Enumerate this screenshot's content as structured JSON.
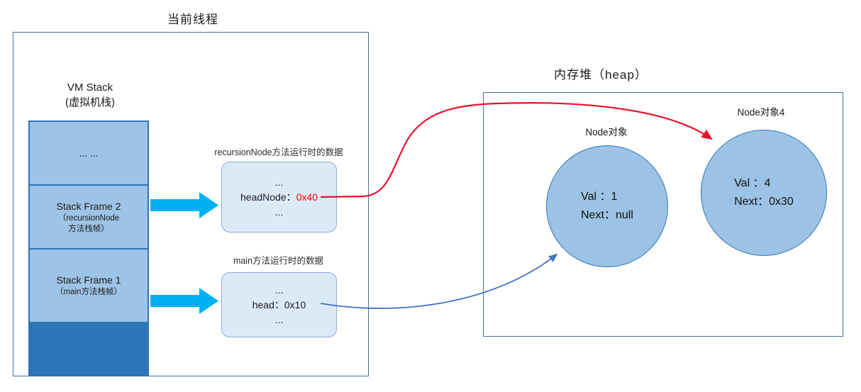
{
  "thread": {
    "title": "当前线程",
    "vm_stack": {
      "title": "VM Stack",
      "subtitle": "(虚拟机栈)"
    },
    "stack": {
      "top_ellipsis": "... ...",
      "frame2": {
        "title": "Stack Frame 2",
        "sub1": "（recursionNode",
        "sub2": "方法栈帧）"
      },
      "frame1": {
        "title": "Stack Frame 1",
        "sub1": "（main方法栈帧）"
      }
    },
    "recursion_data_box": {
      "caption": "recursionNode方法运行时的数据",
      "line1": "...",
      "label": "headNode：",
      "value": "0x40",
      "line3": "..."
    },
    "main_data_box": {
      "caption": "main方法运行时的数据",
      "line1": "...",
      "line2": "head：0x10",
      "line3": "..."
    }
  },
  "heap": {
    "title": "内存堆（heap）",
    "node1": {
      "caption": "Node对象",
      "val": "Val ：1",
      "next": "Next：null"
    },
    "node2": {
      "caption": "Node对象4",
      "val": "Val ：4",
      "next": "Next：0x30"
    }
  },
  "colors": {
    "stack_fill": "#9DC3E6",
    "stack_border": "#2E75B6",
    "stack_base_fill": "#2E75B6",
    "data_box_fill": "#DCE9F7",
    "data_box_border": "#8FAADC",
    "thick_arrow": "#00B0F0",
    "red_pointer": "#E8112D",
    "blue_pointer": "#4472C4",
    "circle_fill": "#9CC3E5",
    "circle_border": "#2E75B6",
    "outer_border": "#41719C",
    "value_red": "#FF0000"
  }
}
